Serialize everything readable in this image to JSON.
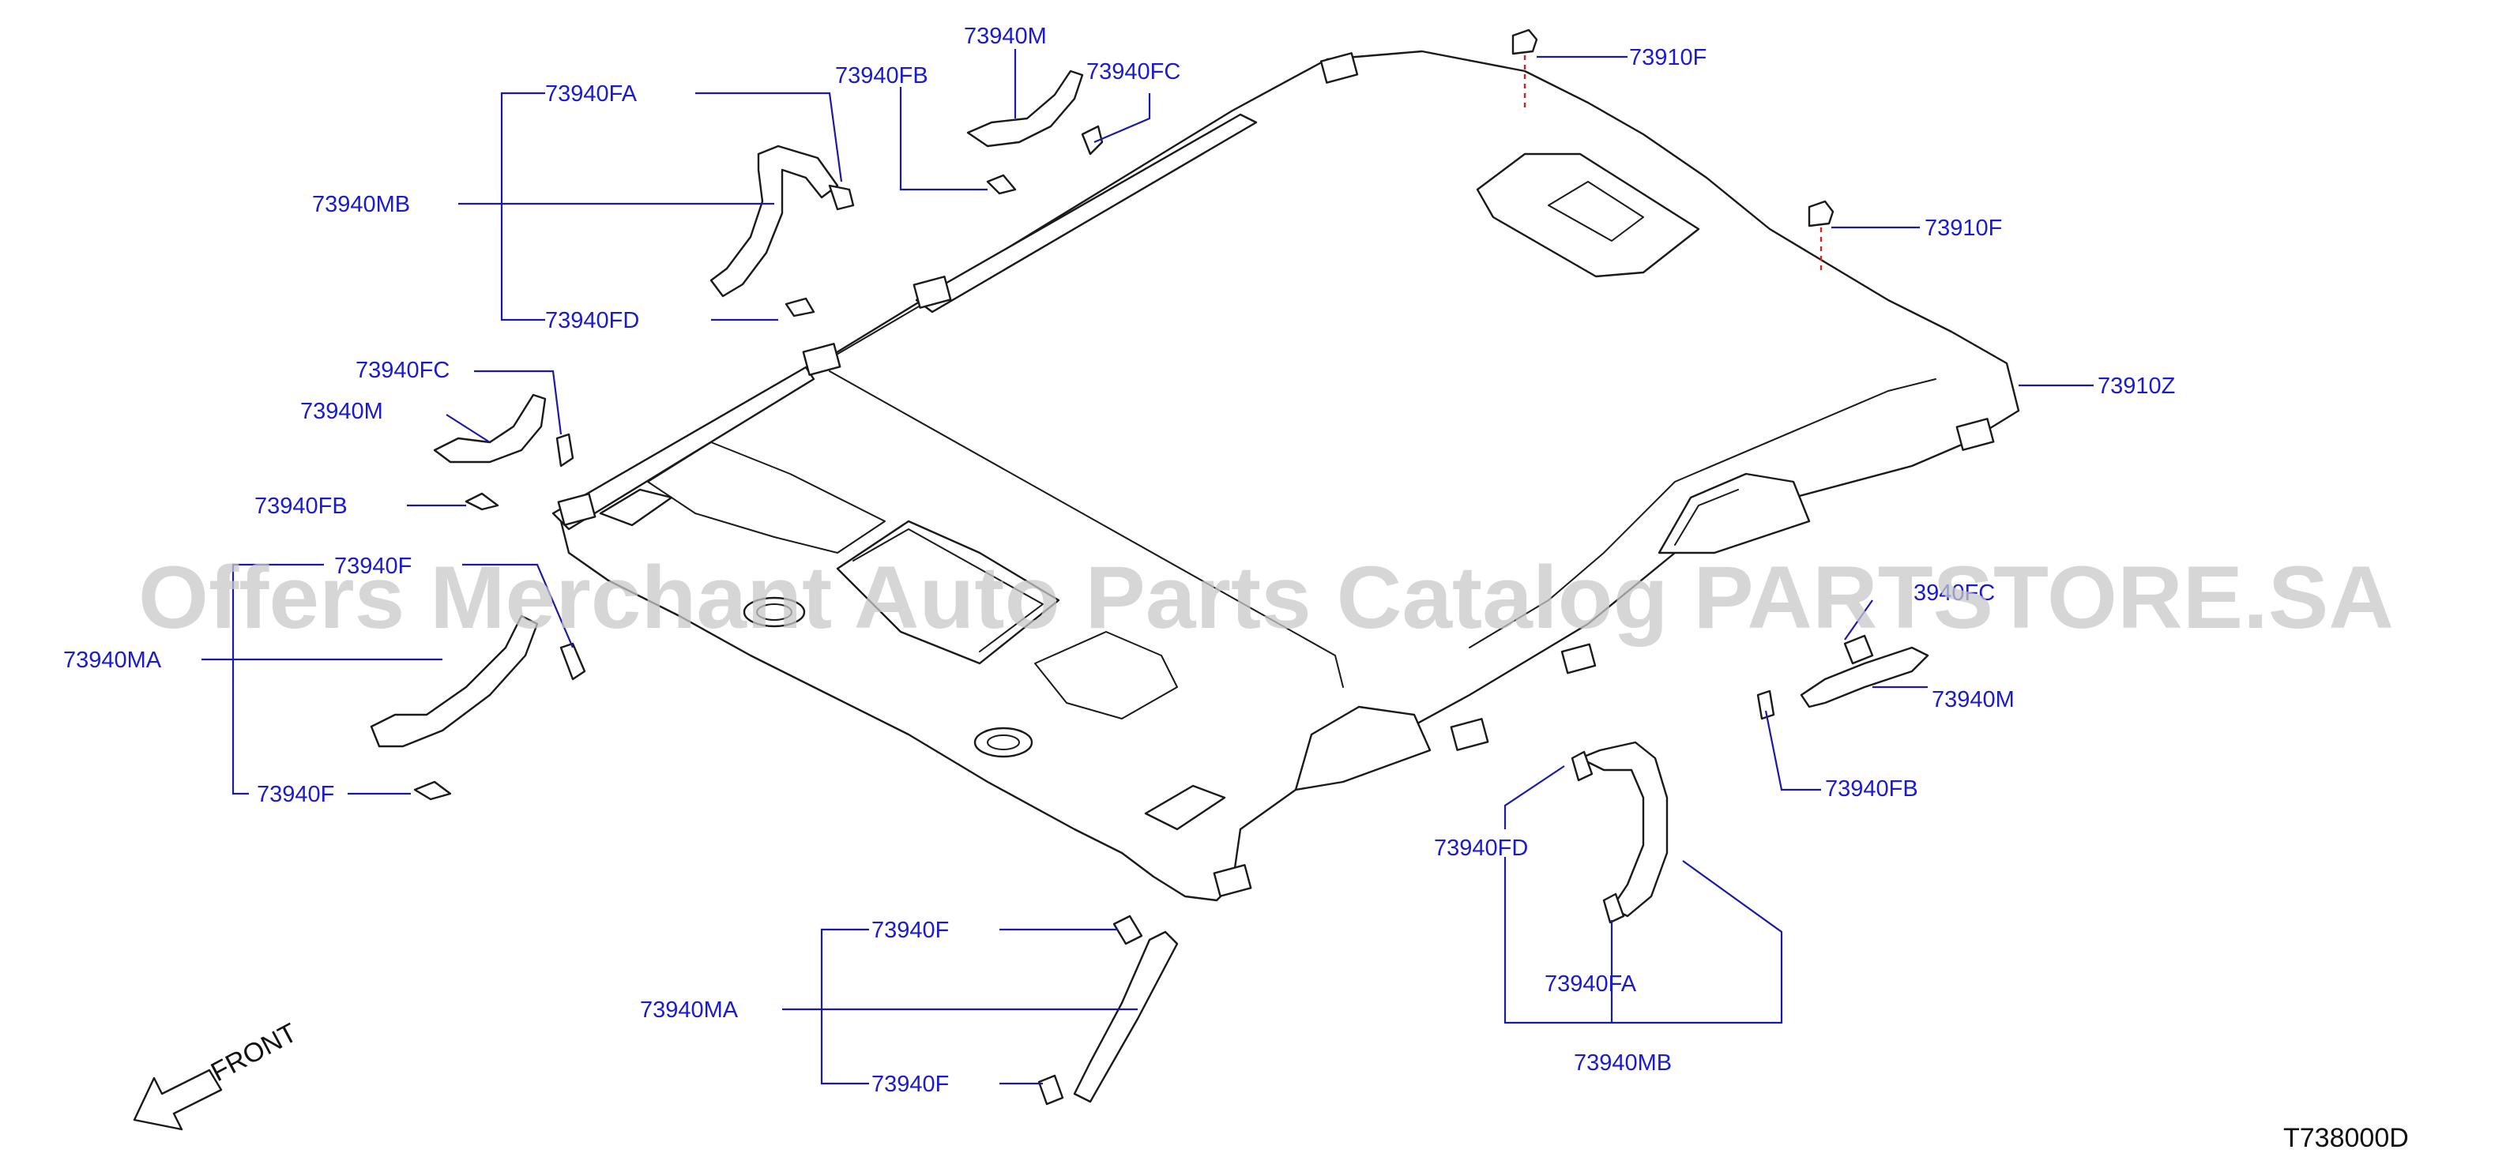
{
  "diagram": {
    "labels": {
      "fa_top": "73940FA",
      "mb_top": "73940MB",
      "fd_top": "73940FD",
      "m_top": "73940M",
      "fb_top": "73940FB",
      "fc_top": "73940FC",
      "f_roof_1": "73910F",
      "f_roof_2": "73910F",
      "z_roof": "73910Z",
      "fc_left": "73940FC",
      "m_left": "73940M",
      "fb_left": "73940FB",
      "f_left_top": "73940F",
      "ma_left": "73940MA",
      "f_left_bottom": "73940F",
      "fc_right": "3940FC",
      "m_right": "73940M",
      "fb_right": "73940FB",
      "fd_right": "73940FD",
      "fa_right": "73940FA",
      "mb_right": "73940MB",
      "f_bottom_top": "73940F",
      "ma_bottom": "73940MA",
      "f_bottom_bottom": "73940F"
    },
    "front_label": "FRONT",
    "diagram_code": "T738000D",
    "watermark": "Offers Merchant Auto Parts Catalog PARTSTORE.SA",
    "colors": {
      "label": "#1a1ad0",
      "leader": "#1a1aa8",
      "line": "#1a1a1a",
      "dashed": "#d82020",
      "watermark": "#c8c8c8"
    }
  }
}
